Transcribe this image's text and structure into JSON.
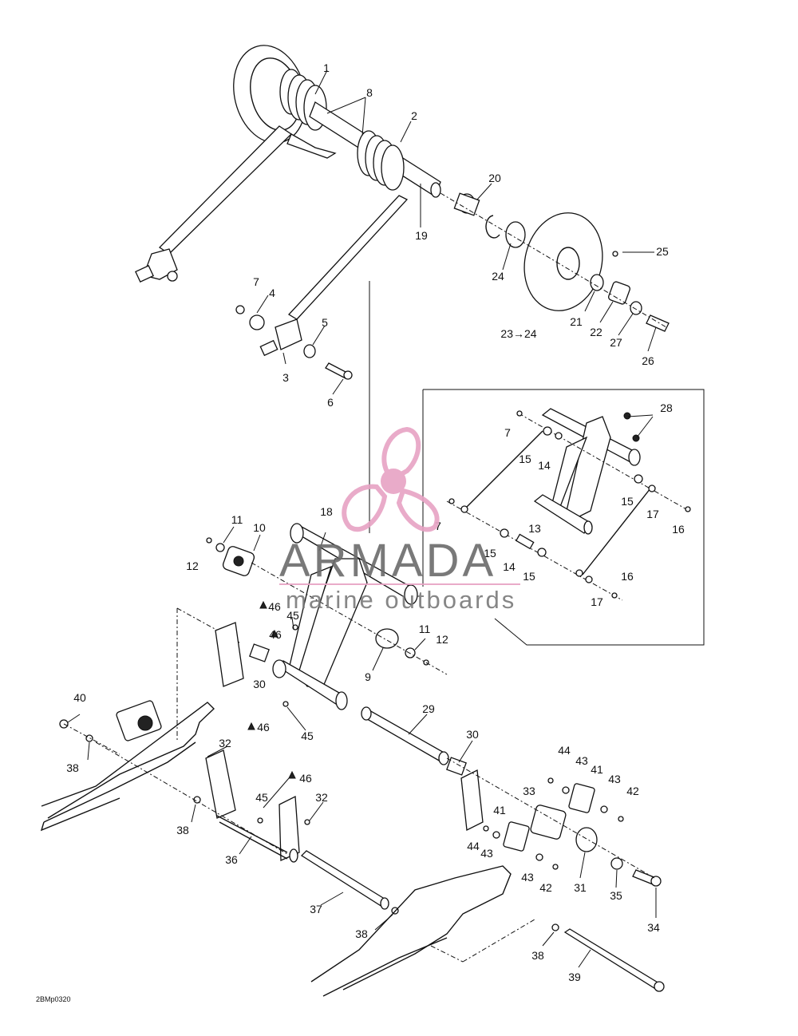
{
  "diagram": {
    "labels": {
      "p1": "1",
      "p2": "2",
      "p3": "3",
      "p4": "4",
      "p5": "5",
      "p6": "6",
      "p7a": "7",
      "p7b": "7",
      "p7c": "7",
      "p8": "8",
      "p9": "9",
      "p10": "10",
      "p11a": "11",
      "p11b": "11",
      "p12a": "12",
      "p12b": "12",
      "p13": "13",
      "p14a": "14",
      "p14b": "14",
      "p15a": "15",
      "p15b": "15",
      "p15c": "15",
      "p15d": "15",
      "p16a": "16",
      "p16b": "16",
      "p17a": "17",
      "p17b": "17",
      "p18": "18",
      "p19": "19",
      "p20": "20",
      "p21": "21",
      "p22": "22",
      "p2324": "23→24",
      "p24": "24",
      "p25": "25",
      "p26": "26",
      "p27": "27",
      "p28": "28",
      "p29": "29",
      "p30a": "30",
      "p30b": "30",
      "p31": "31",
      "p32a": "32",
      "p32b": "32",
      "p33": "33",
      "p34": "34",
      "p35": "35",
      "p36": "36",
      "p37": "37",
      "p38a": "38",
      "p38b": "38",
      "p38c": "38",
      "p38d": "38",
      "p39": "39",
      "p40": "40",
      "p41a": "41",
      "p41b": "41",
      "p42a": "42",
      "p42b": "42",
      "p43a": "43",
      "p43b": "43",
      "p43c": "43",
      "p43d": "43",
      "p44a": "44",
      "p44b": "44",
      "p45a": "45",
      "p45b": "45",
      "p45c": "45",
      "p46a": "46",
      "p46b": "46",
      "p46c": "46",
      "p46d": "46"
    },
    "drawing_code": "2BMp0320"
  },
  "watermark": {
    "title": "ARMADA",
    "subtitle": "marine outboards",
    "logo_color": "#e7a3c4",
    "text_color": "#6b6b6b"
  }
}
